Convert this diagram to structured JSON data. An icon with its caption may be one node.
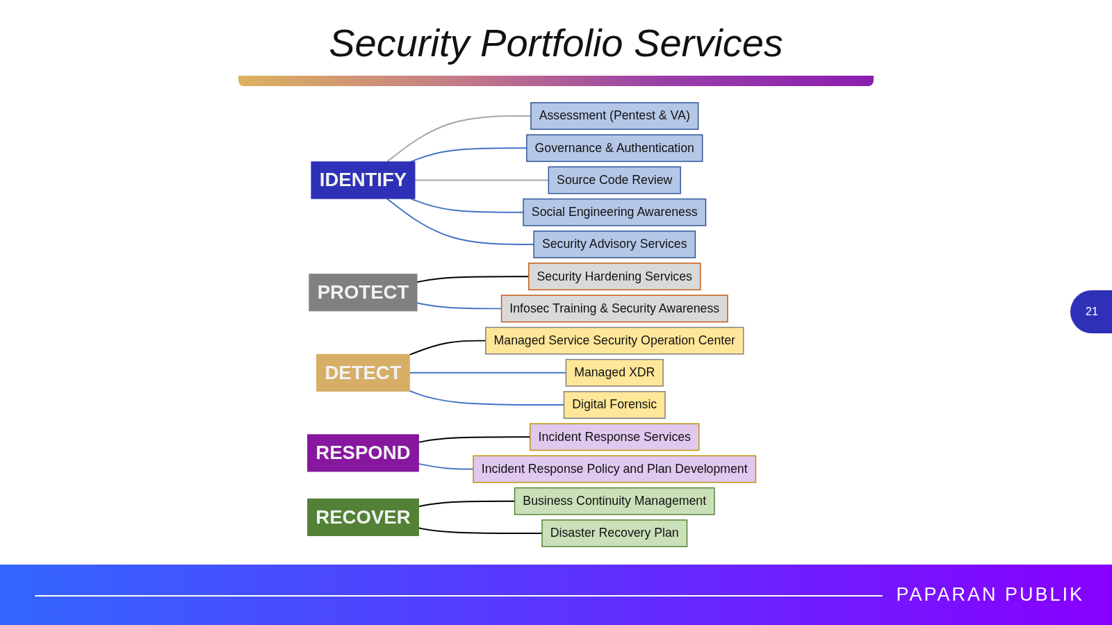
{
  "diagram": {
    "title": "Security Portfolio Services",
    "nodes": [
      {
        "text": [
          "IDENTIFY"
        ]
      },
      {
        "text": [
          "Assessment (Pentest & VA)"
        ]
      },
      {
        "text": [
          "Governance & Authentication"
        ]
      },
      {
        "text": [
          "Source Code Review"
        ]
      },
      {
        "text": [
          "Social Engineering Awareness"
        ]
      },
      {
        "text": [
          "Security Advisory Services"
        ]
      },
      {
        "text": [
          "PROTECT"
        ]
      },
      {
        "text": [
          "Security Hardening Services"
        ]
      },
      {
        "text": [
          "Infosec Training & Security Awareness"
        ]
      },
      {
        "text": [
          "DETECT"
        ]
      },
      {
        "text": [
          "Managed Service Security Operation Center"
        ]
      },
      {
        "text": [
          "Managed XDR"
        ]
      },
      {
        "text": [
          "Digital Forensic"
        ]
      },
      {
        "text": [
          "RESPOND"
        ]
      },
      {
        "text": [
          "Incident Response Services"
        ]
      },
      {
        "text": [
          "Incident Response Policy and Plan Development"
        ]
      },
      {
        "text": [
          "RECOVER"
        ]
      },
      {
        "text": [
          "Business Continuity Management"
        ]
      },
      {
        "text": [
          "Disaster Recovery Plan"
        ]
      }
    ],
    "edges": [
      {
        "from": 0,
        "to": 1,
        "arrow": "none",
        "color": "#a6a6a6"
      },
      {
        "from": 0,
        "to": 2,
        "arrow": "none"
      },
      {
        "from": 0,
        "to": 3,
        "arrow": "none",
        "color": "#a6a6a6"
      },
      {
        "from": 0,
        "to": 4,
        "arrow": "none"
      },
      {
        "from": 0,
        "to": 5,
        "arrow": "none"
      },
      {
        "from": 6,
        "to": 7,
        "arrow": "none",
        "color": "#000000"
      },
      {
        "from": 6,
        "to": 8,
        "arrow": "none"
      },
      {
        "from": 9,
        "to": 10,
        "arrow": "none",
        "color": "#000000"
      },
      {
        "from": 9,
        "to": 11,
        "arrow": "none"
      },
      {
        "from": 9,
        "to": 12,
        "arrow": "none"
      },
      {
        "from": 13,
        "to": 14,
        "arrow": "none",
        "color": "#000000"
      },
      {
        "from": 13,
        "to": 15,
        "arrow": "none"
      },
      {
        "from": 16,
        "to": 17,
        "arrow": "none",
        "color": "#000000"
      },
      {
        "from": 16,
        "to": 18,
        "arrow": "none",
        "color": "#000000"
      }
    ],
    "labels": [
      "21",
      "PAPARAN PUBLIK"
    ]
  }
}
